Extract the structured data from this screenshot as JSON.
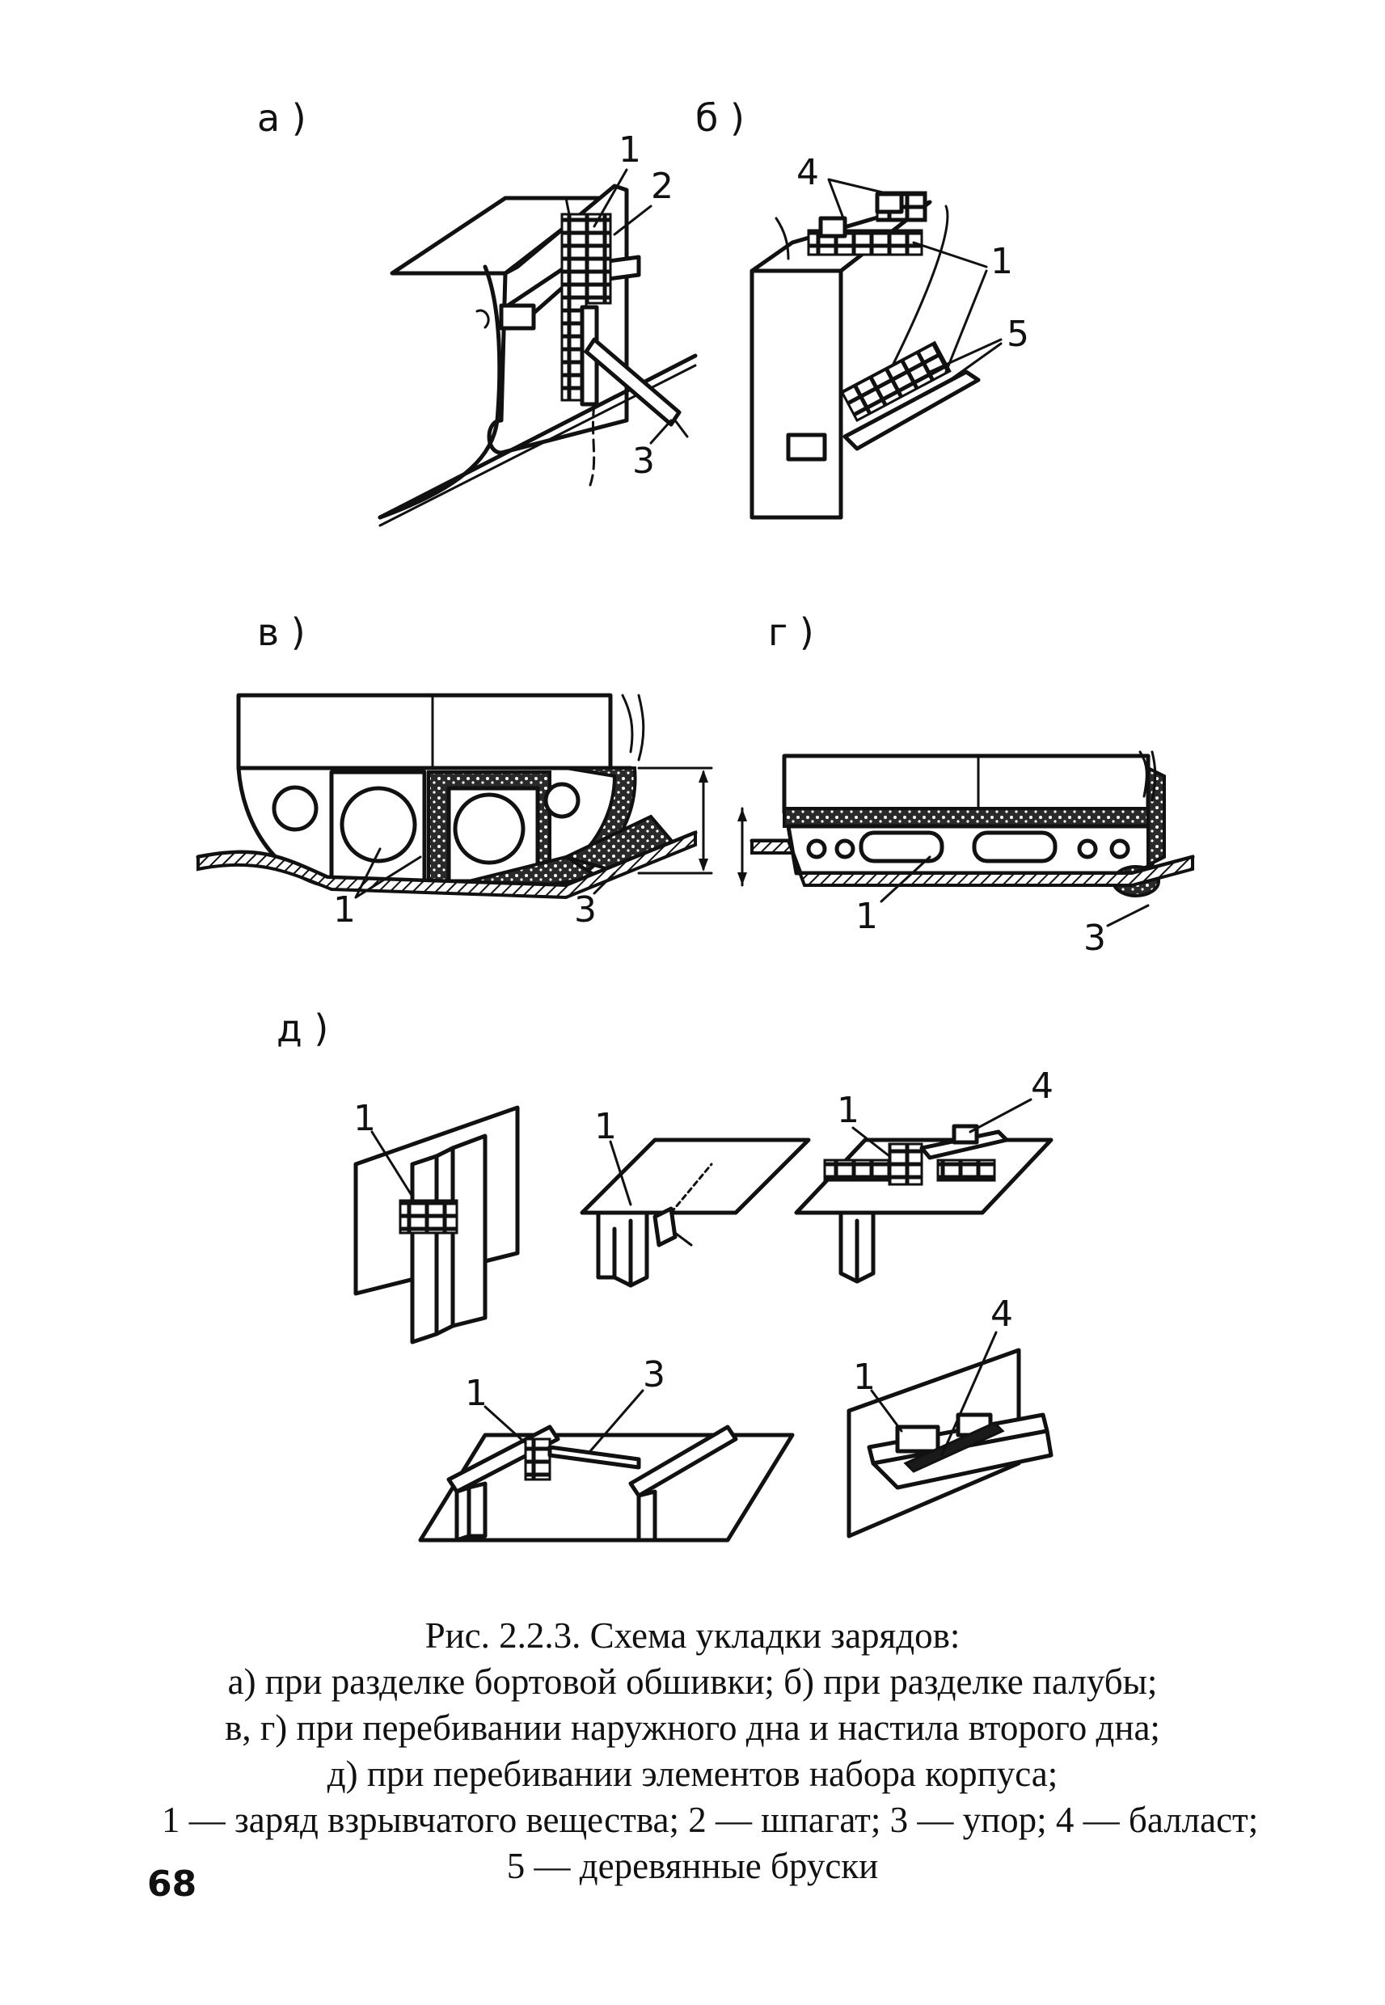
{
  "panels": {
    "a": {
      "label": "а )",
      "callouts": [
        "1",
        "2",
        "3"
      ]
    },
    "b": {
      "label": "б )",
      "callouts": [
        "4",
        "1",
        "5"
      ]
    },
    "v": {
      "label": "в )",
      "callouts": [
        "1",
        "3"
      ]
    },
    "g": {
      "label": "г )",
      "callouts": [
        "1",
        "3"
      ]
    },
    "d": {
      "label": "д )",
      "sub1": [
        "1"
      ],
      "sub2": [
        "1"
      ],
      "sub3": [
        "1",
        "4"
      ],
      "sub4": [
        "1",
        "3"
      ],
      "sub5": [
        "1",
        "4"
      ]
    }
  },
  "caption": {
    "line1": "Рис. 2.2.3. Схема укладки зарядов:",
    "line2": "а) при разделке бортовой обшивки; б) при разделке палубы;",
    "line3": "в, г) при перебивании наружного дна и настила второго дна;",
    "line4": "д) при перебивании элементов набора корпуса;",
    "line5": "1 — заряд взрывчатого вещества; 2 — шпагат; 3 — упор; 4 — балласт;",
    "line6": "5 — деревянные бруски"
  },
  "page_number": "68"
}
